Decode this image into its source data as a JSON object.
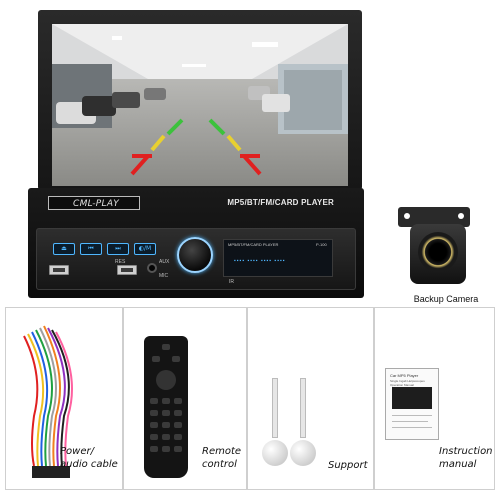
{
  "headunit": {
    "brand": "CML-PLAY",
    "model_text": "MP5/BT/FM/CARD PLAYER",
    "display_top_text": "MP5/BT/FM/CARD PLAYER",
    "display_model": "P-100",
    "display_readout": "▪▪▪▪  ▪▪▪▪  ▪▪▪▪  ▪▪▪▪",
    "buttons": [
      "⏏",
      "⏮",
      "⏭",
      "◐/M"
    ],
    "labels": {
      "res": "RES",
      "aux": "AUX",
      "mic": "MIC",
      "ir": "IR"
    }
  },
  "camera": {
    "label": "Backup Camera"
  },
  "accessories": {
    "power": [
      "Power/",
      "audio cable"
    ],
    "remote": [
      "Remote",
      "control"
    ],
    "support": "Support",
    "manual": [
      "Instruction",
      "manual"
    ],
    "manual_cover_title": "Car MP5 Player",
    "manual_cover_sub": "Single Ingalt Helpscoupes",
    "manual_cover_sub2": "Operation Manual"
  },
  "colors": {
    "accent": "#4fb7ff",
    "frame": "#cfcfcf"
  }
}
